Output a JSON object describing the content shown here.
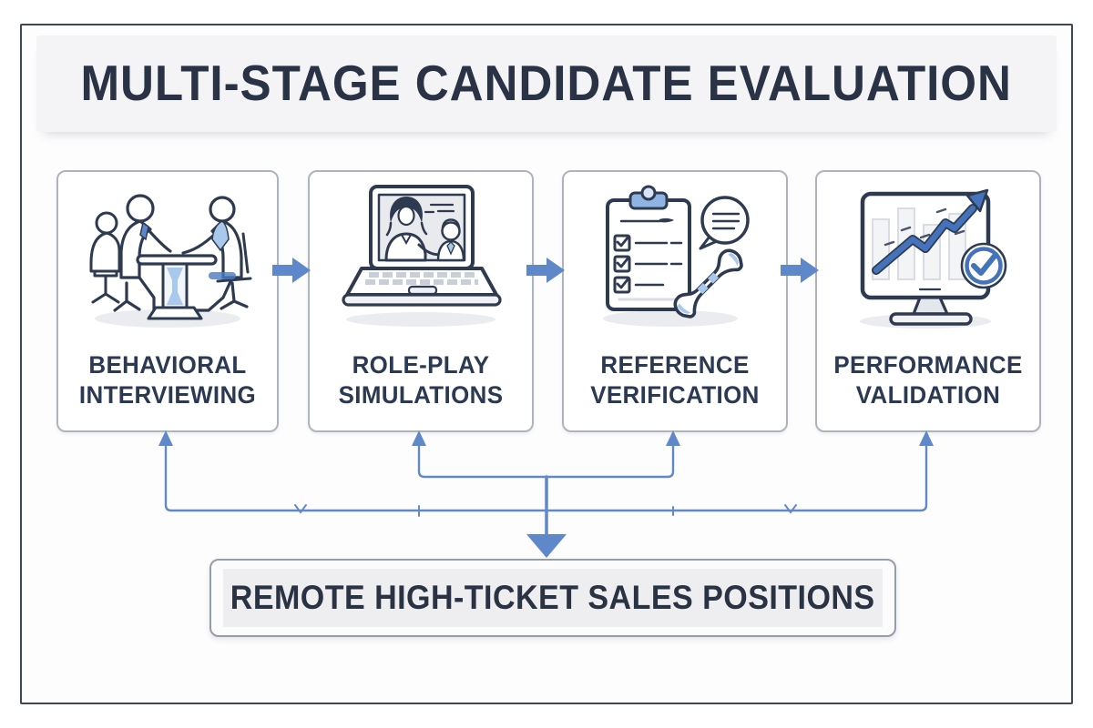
{
  "title": "MULTI-STAGE CANDIDATE EVALUATION",
  "stages": [
    {
      "label_line1": "BEHAVIORAL",
      "label_line2": "INTERVIEWING",
      "icon": "interview-meeting-icon"
    },
    {
      "label_line1": "ROLE-PLAY",
      "label_line2": "SIMULATIONS",
      "icon": "laptop-video-call-icon"
    },
    {
      "label_line1": "REFERENCE",
      "label_line2": "VERIFICATION",
      "icon": "clipboard-checklist-phone-icon"
    },
    {
      "label_line1": "PERFORMANCE",
      "label_line2": "VALIDATION",
      "icon": "monitor-growth-check-icon"
    }
  ],
  "outcome_label": "REMOTE HIGH-TICKET SALES POSITIONS",
  "colors": {
    "outline_navy": "#2e3a50",
    "text_navy": "#2a3345",
    "connector_blue": "#6289c7",
    "arrow_blue": "#5e88ca",
    "icon_blue_strong": "#4472bb",
    "icon_blue_mid": "#8fb4e3",
    "icon_blue_light": "#a9c9ec",
    "box_border_gray": "#aeb4be",
    "band_gray": "#f4f4f6"
  }
}
